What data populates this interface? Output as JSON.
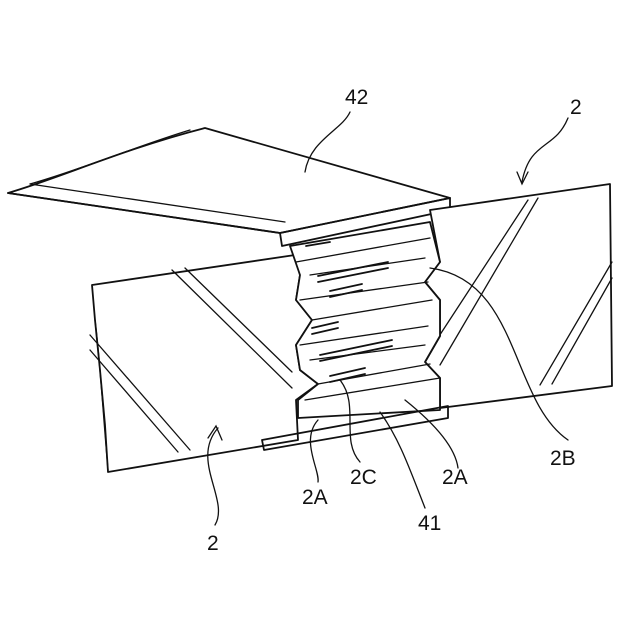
{
  "labels": {
    "ref_42": "42",
    "ref_2_top": "2",
    "ref_2B": "2B",
    "ref_2A_left": "2A",
    "ref_2C": "2C",
    "ref_2A_right": "2A",
    "ref_41": "41",
    "ref_2_bottom": "2"
  },
  "colors": {
    "line": "#111111",
    "background": "#ffffff"
  }
}
